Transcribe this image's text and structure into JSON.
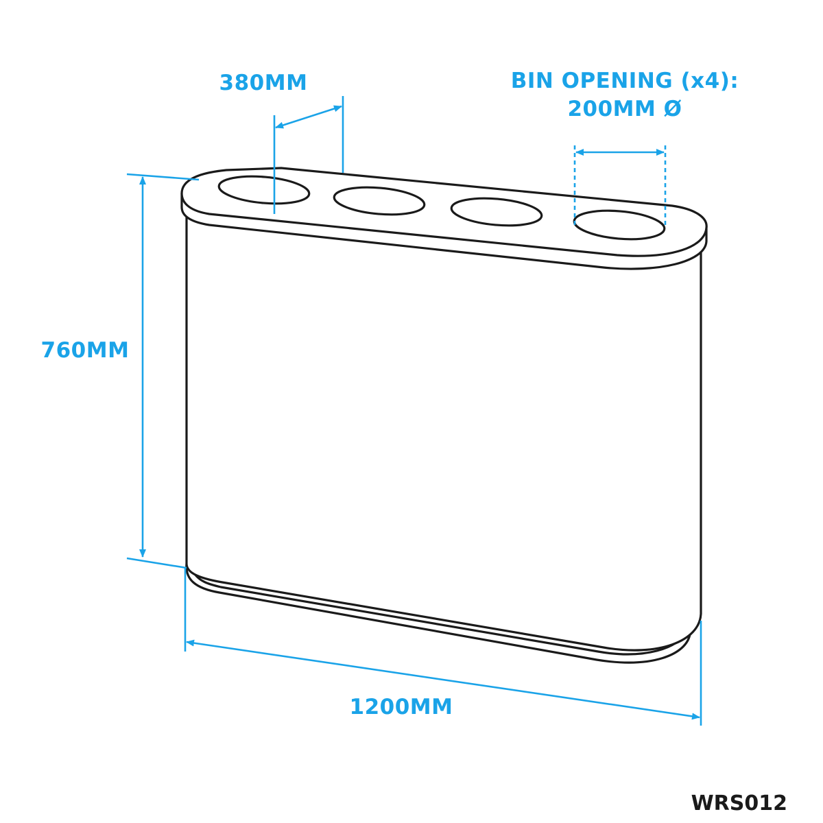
{
  "product": {
    "code": "WRS012",
    "openings_count": 4
  },
  "dimensions": {
    "width_label": "1200MM",
    "height_label": "760MM",
    "depth_label": "380MM",
    "opening_title": "BIN OPENING (x4):",
    "opening_value": "200MM Ø"
  },
  "colors": {
    "dimension": "#1aa3e8",
    "outline": "#1a1a1a",
    "background": "#ffffff"
  }
}
